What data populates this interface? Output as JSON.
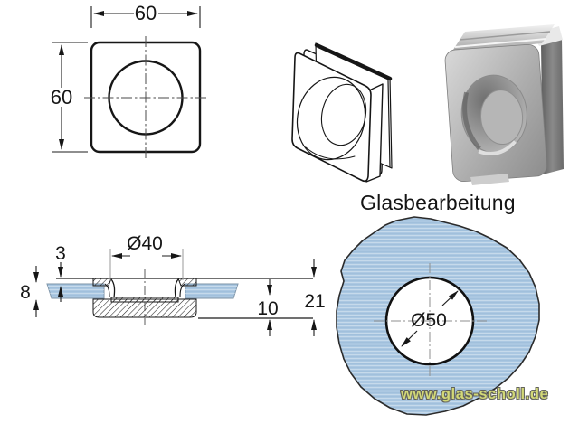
{
  "title": "Glasbearbeitung",
  "watermark": "www.glas-scholl.de",
  "colors": {
    "glass_blue": "#aac7e1",
    "glass_streak_light": "#d0e0ee",
    "glass_streak_dark": "#8fb0cf",
    "line_black": "#161616",
    "dim_gray": "#9a9a9a",
    "watermark_green": "#d2d877",
    "metal_light": "#dcdcdc",
    "metal_dark": "#6e6e6e"
  },
  "front_view": {
    "width_label": "60",
    "height_label": "60"
  },
  "section_view": {
    "top_plate_label": "3",
    "glass_thickness_label": "8",
    "recess_diameter_label": "Ø40",
    "below_glass_label": "10",
    "total_depth_label": "21"
  },
  "hole_view": {
    "hole_diameter_label": "Ø50"
  }
}
